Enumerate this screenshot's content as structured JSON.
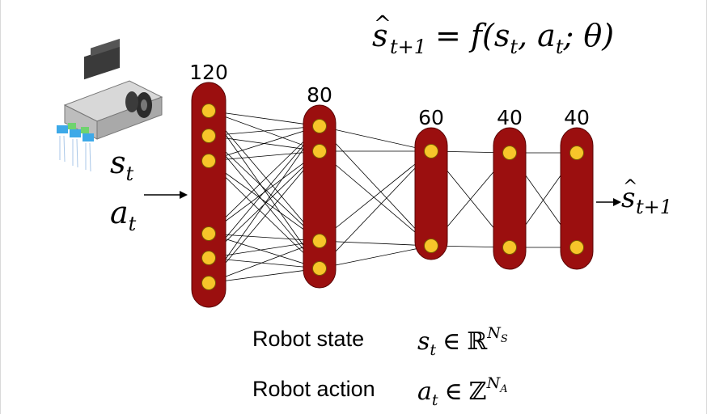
{
  "equation": {
    "lhs_base": "s",
    "lhs_sub": "t+1",
    "rhs": "= f(s, a; θ)",
    "rhs_parts": [
      "= f(",
      "s",
      "t",
      ", ",
      "a",
      "t",
      "; θ)"
    ]
  },
  "inputs": {
    "state_symbol": "s",
    "state_sub": "t",
    "action_symbol": "a",
    "action_sub": "t"
  },
  "output": {
    "symbol": "s",
    "sub": "t+1"
  },
  "layers": [
    {
      "size_label": "120",
      "nodes_shown": 6
    },
    {
      "size_label": "80",
      "nodes_shown": 4
    },
    {
      "size_label": "60",
      "nodes_shown": 2
    },
    {
      "size_label": "40",
      "nodes_shown": 2
    },
    {
      "size_label": "40",
      "nodes_shown": 2
    }
  ],
  "legend": [
    {
      "label": "Robot state",
      "symbol": "s",
      "sub": "t",
      "relation": "∈",
      "set": "ℝ",
      "exp_base": "N",
      "exp_sub": "S"
    },
    {
      "label": "Robot action",
      "symbol": "a",
      "sub": "t",
      "relation": "∈",
      "set": "ℤ",
      "exp_base": "N",
      "exp_sub": "A"
    }
  ],
  "colors": {
    "layer_fill": "#9b0f0f",
    "layer_stroke": "#5a0505",
    "node_fill": "#f7c52a",
    "node_stroke": "#7a5a00",
    "edge": "#000000"
  },
  "icons": [
    "robot-icon"
  ]
}
